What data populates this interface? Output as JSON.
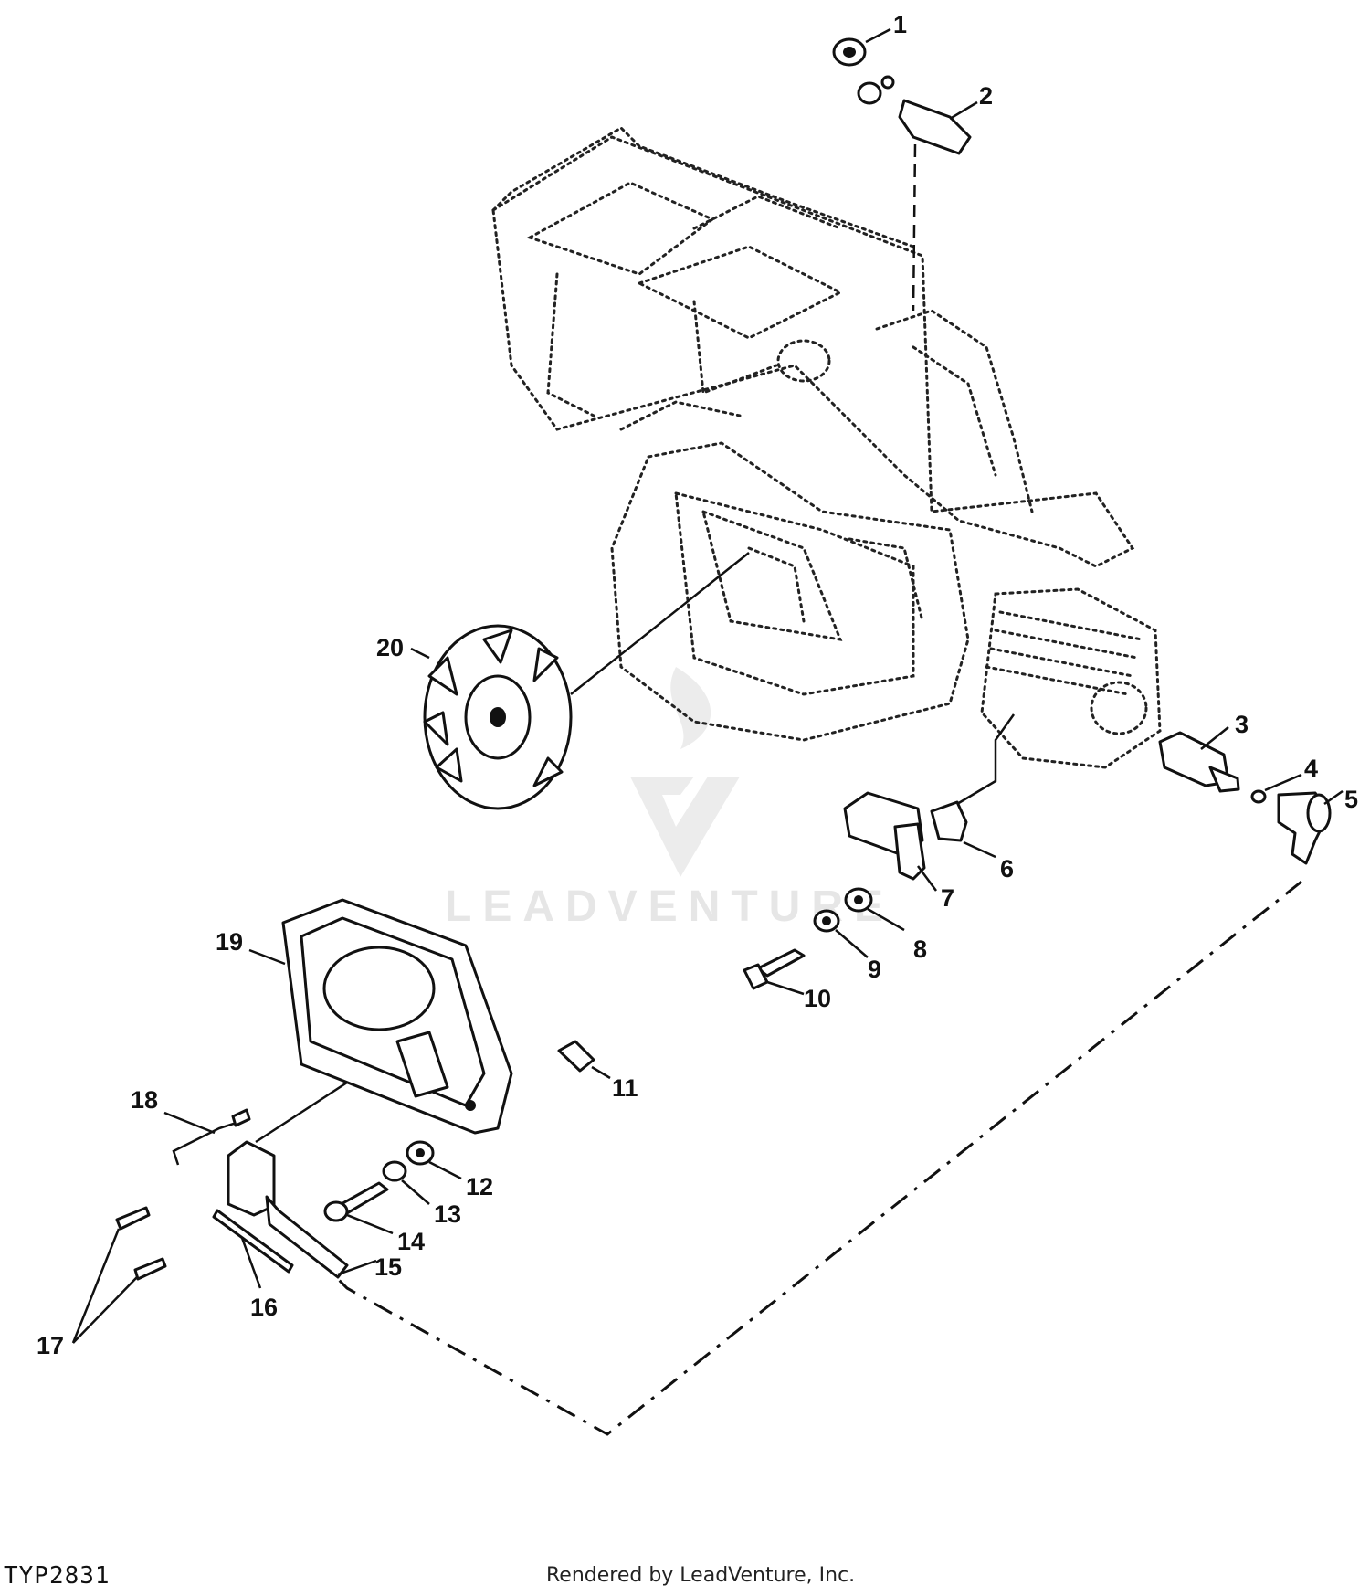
{
  "figure_code": "TYP2831",
  "render_credit": "Rendered by LeadVenture, Inc.",
  "watermark": "LEADVENTURE",
  "callouts": [
    "1",
    "2",
    "3",
    "4",
    "5",
    "6",
    "7",
    "8",
    "9",
    "10",
    "11",
    "12",
    "13",
    "14",
    "15",
    "16",
    "17",
    "18",
    "19",
    "20"
  ],
  "colors": {
    "line": "#111111",
    "watermark": "#e6e6e6",
    "background": "#ffffff"
  }
}
